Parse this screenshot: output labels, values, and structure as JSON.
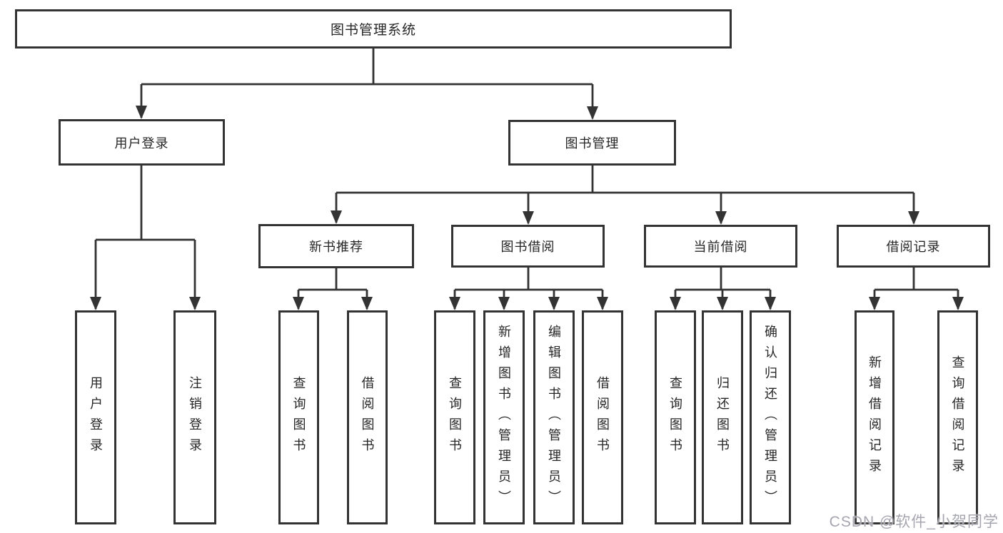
{
  "diagram": {
    "root": {
      "label": "图书管理系统"
    },
    "branches": [
      {
        "label": "用户登录",
        "children": [
          {
            "label": "用户登录"
          },
          {
            "label": "注销登录"
          }
        ]
      },
      {
        "label": "图书管理",
        "children": [
          {
            "label": "新书推荐",
            "children": [
              {
                "label": "查询图书"
              },
              {
                "label": "借阅图书"
              }
            ]
          },
          {
            "label": "图书借阅",
            "children": [
              {
                "label": "查询图书"
              },
              {
                "label": "新增图书（管理员）"
              },
              {
                "label": "编辑图书（管理员）"
              },
              {
                "label": "借阅图书"
              }
            ]
          },
          {
            "label": "当前借阅",
            "children": [
              {
                "label": "查询图书"
              },
              {
                "label": "归还图书"
              },
              {
                "label": "确认归还（管理员）"
              }
            ]
          },
          {
            "label": "借阅记录",
            "children": [
              {
                "label": "新增借阅记录"
              },
              {
                "label": "查询借阅记录"
              }
            ]
          }
        ]
      }
    ]
  },
  "watermark": {
    "text": "CSDN @软件_小贺同学"
  },
  "colors": {
    "line": "#333333",
    "box_border": "#333333",
    "text": "#262626",
    "watermark": "#a6a6b0",
    "background": "#ffffff"
  }
}
